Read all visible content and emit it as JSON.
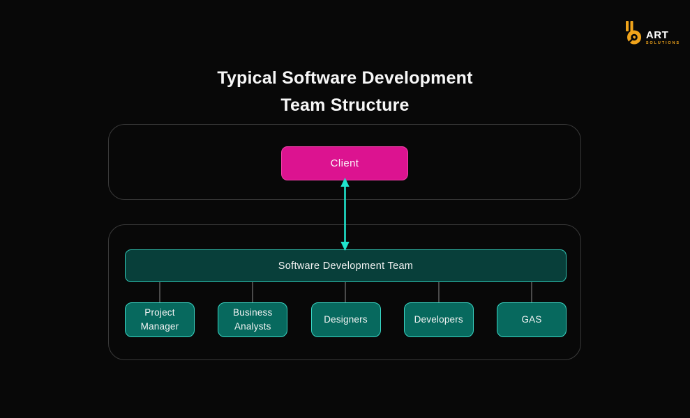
{
  "colors": {
    "bg": "#080808",
    "text": "#F2F2F2",
    "pink": "#DC1390",
    "pink-border": "#EE3FA6",
    "arrow": "#1FE3CC",
    "team-fill": "#083F3A",
    "team-border": "#2FC3B2",
    "role-fill": "#07695E",
    "role-border": "#3AD6C4",
    "frame-border": "#3A3A3A",
    "connector": "#4A4A4A",
    "logo-orange": "#F0A41B"
  },
  "logo": {
    "name": "ART",
    "subtext": "SOLUTIONS"
  },
  "title": {
    "line1": "Typical Software Development",
    "line2": "Team Structure"
  },
  "diagram": {
    "client_label": "Client",
    "team_label": "Software Development Team",
    "roles": [
      {
        "label": "Project Manager"
      },
      {
        "label": "Business Analysts"
      },
      {
        "label": "Designers"
      },
      {
        "label": "Developers"
      },
      {
        "label": "GAS"
      }
    ]
  }
}
